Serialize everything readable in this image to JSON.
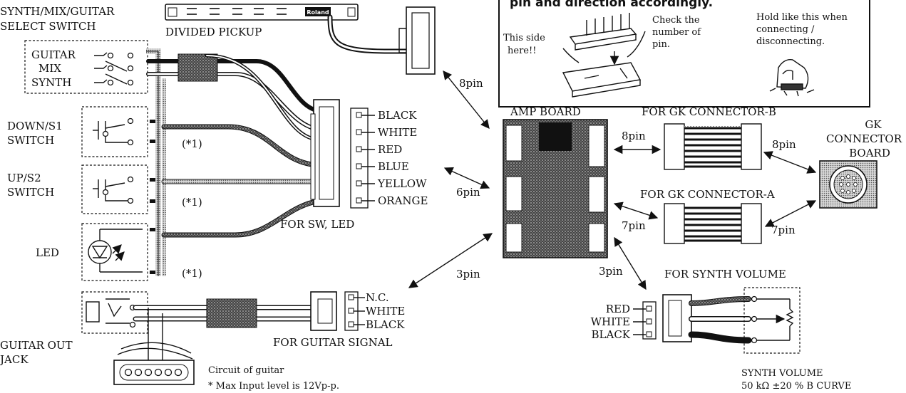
{
  "labels": {
    "select_switch_1": "SYNTH/MIX/GUITAR",
    "select_switch_2": "SELECT SWITCH",
    "divided_pickup": "DIVIDED PICKUP",
    "pickup_brand": "Roland",
    "guitar": "GUITAR",
    "mix": "MIX",
    "synth": "SYNTH",
    "down_switch_1": "DOWN/S1",
    "down_switch_2": "SWITCH",
    "up_switch_1": "UP/S2",
    "up_switch_2": "SWITCH",
    "led": "LED",
    "note_ref_1": "(*1)",
    "note_ref_2": "(*1)",
    "note_ref_3": "(*1)",
    "guitar_out_1": "GUITAR OUT",
    "guitar_out_2": "JACK",
    "circuit_of_guitar": "Circuit of guitar",
    "max_input": "* Max Input level is 12Vp-p.",
    "for_sw_led": "FOR SW, LED",
    "for_guitar_signal": "FOR GUITAR SIGNAL",
    "amp_board": "AMP BOARD",
    "for_gk_b": "FOR GK CONNECTOR-B",
    "for_gk_a": "FOR GK CONNECTOR-A",
    "gk_board_1": "GK",
    "gk_board_2": "CONNECTOR",
    "gk_board_3": "BOARD",
    "for_synth_volume": "FOR SYNTH VOLUME",
    "synth_volume_1": "SYNTH VOLUME",
    "synth_volume_2": "50 kΩ ±20 % B CURVE",
    "callout_heading": "pin and direction accordingly.",
    "this_side_1": "This side",
    "this_side_2": "here!!",
    "check_1": "Check the",
    "check_2": "number of",
    "check_3": "pin.",
    "hold_1": "Hold like this when",
    "hold_2": "connecting /",
    "hold_3": "disconnecting."
  },
  "sw_led_wires": [
    "BLACK",
    "WHITE",
    "RED",
    "BLUE",
    "YELLOW",
    "ORANGE"
  ],
  "guitar_signal_wires": [
    "N.C.",
    "WHITE",
    "BLACK"
  ],
  "synth_volume_wires": [
    "RED",
    "WHITE",
    "BLACK"
  ],
  "pin_counts": {
    "pickup_to_amp": "8pin",
    "sw_led_to_amp": "6pin",
    "guitar_signal_to_amp": "3pin",
    "amp_to_gk_b": "8pin",
    "gk_b_to_board": "8pin",
    "amp_to_gk_a": "7pin",
    "gk_a_to_board": "7pin",
    "amp_to_synth_volume": "3pin"
  }
}
